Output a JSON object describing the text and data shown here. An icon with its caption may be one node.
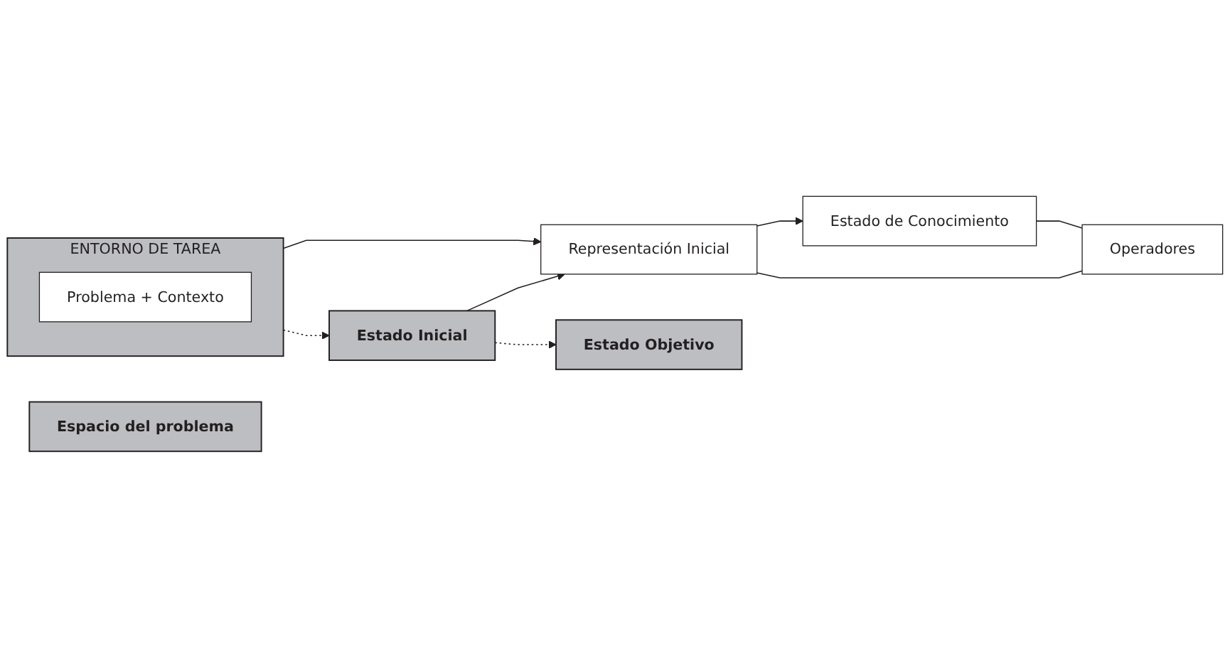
{
  "diagram": {
    "nodes": [
      {
        "text": [
          "Espacio del problema"
        ]
      },
      {
        "text": [
          "Representación Inicial"
        ]
      },
      {
        "text": [
          "Estado de Conocimiento"
        ]
      },
      {
        "text": [
          "ENTORNO DE TAREA"
        ]
      },
      {
        "text": [
          "Problema + Contexto"
        ],
        "in": 3
      },
      {
        "text": [
          "Estado Inicial"
        ]
      },
      {
        "text": [
          "Estado Objetivo"
        ]
      },
      {
        "text": [
          "Operadores"
        ]
      }
    ],
    "edges": [
      {
        "from": 3,
        "to": 1,
        "arrow": "to"
      },
      {
        "from": 3,
        "to": 5,
        "arrow": "to",
        "style": "dashed"
      },
      {
        "from": 5,
        "to": 1,
        "arrow": "to"
      },
      {
        "from": 1,
        "to": 2,
        "arrow": "to"
      },
      {
        "from": 1,
        "to": 7,
        "arrow": "none"
      },
      {
        "from": 5,
        "to": 6,
        "arrow": "to",
        "style": "dashed"
      },
      {
        "from": 2,
        "to": 7,
        "arrow": "none"
      }
    ]
  }
}
